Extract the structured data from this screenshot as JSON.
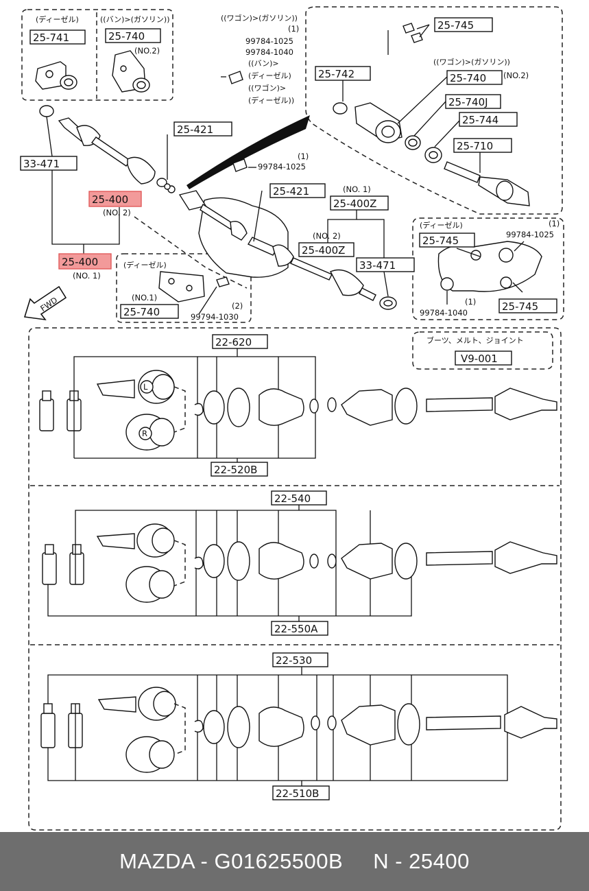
{
  "diagram": {
    "top_labels": {
      "diesel_1": "(ディーゼル)",
      "van_gasoline": "((バン)>(ガソリン))",
      "wagon_gasoline": "((ワゴン)>(ガソリン))",
      "qty_1a": "(1)",
      "bolt_a": "99784-1025",
      "bolt_b": "99784-1040",
      "van": "((バン)>",
      "diesel_2": "(ディーゼル)",
      "wagon": "((ワゴン)>",
      "diesel_3": "(ディーゼル))",
      "wagon_gasoline_2": "((ワゴン)>(ガソリン))",
      "no2_a": "(NO.2)",
      "no2_b": "(NO.2)",
      "qty_1b": "(1)",
      "bolt_c": "99784-1025",
      "no1_a": "(NO. 1)",
      "no2_c": "(NO. 2)",
      "no2_d": "(NO. 2)",
      "no1_b": "(NO. 1)",
      "diesel_4": "(ディーゼル)",
      "no1_c": "(NO.1)",
      "qty_2": "(2)",
      "bolt_d": "99794-1030",
      "diesel_5": "(ディーゼル)",
      "qty_1c": "(1)",
      "bolt_e": "99784-1025",
      "qty_1d": "(1)",
      "bolt_f": "99784-1040",
      "fwd": "FWD",
      "note_text": "ブーツ、メルト、ジョイント"
    },
    "part_boxes": {
      "p25741": "25-741",
      "p25740a": "25-740",
      "p25745a": "25-745",
      "p25742": "25-742",
      "p25740b": "25-740",
      "p25740j": "25-740J",
      "p25744": "25-744",
      "p25710": "25-710",
      "p25421a": "25-421",
      "p33471a": "33-471",
      "p25400a": "25-400",
      "p25421b": "25-421",
      "p25400z_a": "25-400Z",
      "p25400z_b": "25-400Z",
      "p33471b": "33-471",
      "p25400b": "25-400",
      "p25740c": "25-740",
      "p25745b": "25-745",
      "p25745c": "25-745",
      "v9001": "V9-001",
      "p22620": "22-620",
      "p22520b": "22-520B",
      "p22540": "22-540",
      "p22550a": "22-550A",
      "p22530": "22-530",
      "p22510b": "22-510B"
    },
    "joint_marks": {
      "left": "L",
      "right": "R"
    }
  },
  "footer": {
    "brand_code": "MAZDA - G01625500B",
    "part_ref": "N - 25400"
  },
  "colors": {
    "highlight": "#f29a9a",
    "footer_bg": "#6e6e6e"
  }
}
